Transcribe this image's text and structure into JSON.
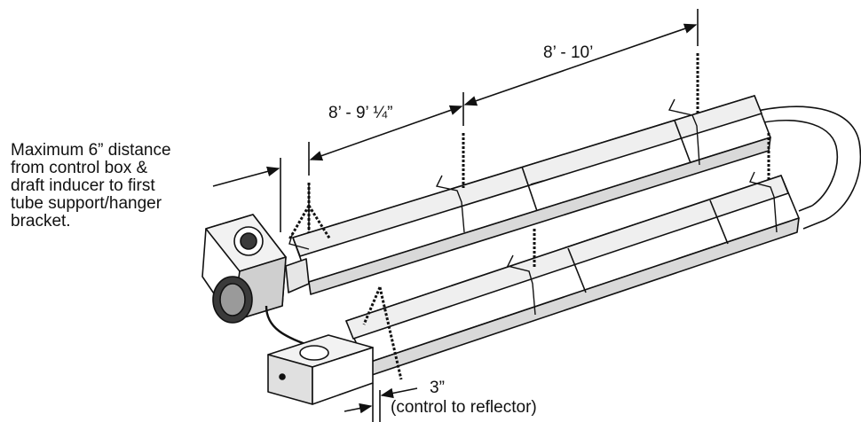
{
  "note": {
    "lines": [
      "Maximum 6” distance",
      "from control box &",
      "draft inducer to first",
      "tube support/hanger",
      "bracket."
    ]
  },
  "dimensions": {
    "span_first": "8’ - 9’ ¼”",
    "span_second": "8’ - 10’",
    "clearance": "3”",
    "clearance_note": "(control to reflector)"
  },
  "colors": {
    "ink": "#111111",
    "paper": "#ffffff",
    "shade": "#c8c8c8",
    "dark": "#3a3a3a"
  }
}
